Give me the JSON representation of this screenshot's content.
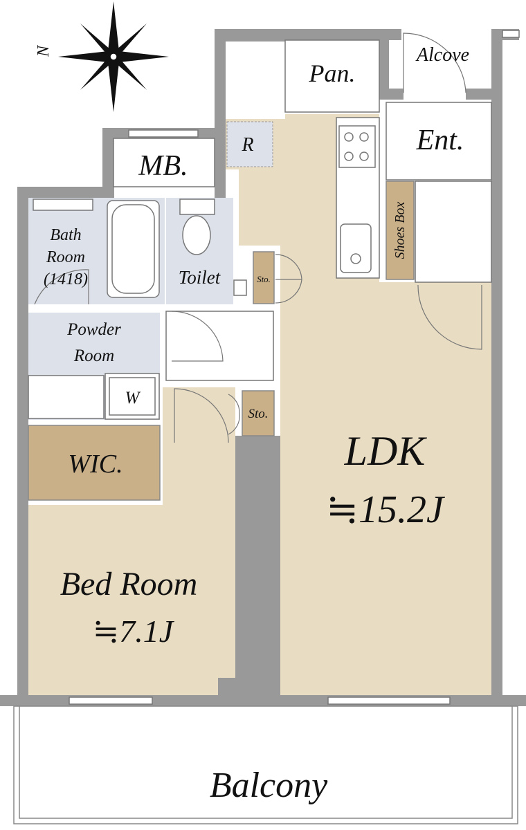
{
  "compass": {
    "label": "N",
    "icon": "compass-rose-icon"
  },
  "colors": {
    "wall": "#999999",
    "floor_wood": "#e8dcc2",
    "floor_wet": "#dde1ea",
    "storage": "#c9b089",
    "white": "#ffffff"
  },
  "rooms": {
    "mb": "MB.",
    "pan": "Pan.",
    "alcove": "Alcove",
    "ent": "Ent.",
    "r": "R",
    "shoes_box": "Shoes Box",
    "bath_line1": "Bath",
    "bath_line2": "Room",
    "bath_line3": "(1418)",
    "toilet": "Toilet",
    "sto_small": "Sto.",
    "powder_line1": "Powder",
    "powder_line2": "Room",
    "washer": "W",
    "sto": "Sto.",
    "wic": "WIC.",
    "ldk": "LDK",
    "ldk_size": "≒15.2J",
    "bed": "Bed Room",
    "bed_size": "≒7.1J",
    "balcony": "Balcony"
  }
}
